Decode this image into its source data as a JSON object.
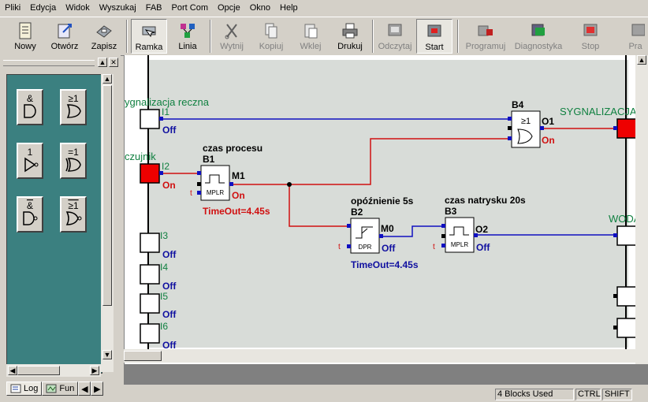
{
  "menu": [
    "Pliki",
    "Edycja",
    "Widok",
    "Wyszukaj",
    "FAB",
    "Port Com",
    "Opcje",
    "Okno",
    "Help"
  ],
  "toolbar": {
    "nowy": "Nowy",
    "otworz": "Otwórz",
    "zapisz": "Zapisz",
    "ramka": "Ramka",
    "linia": "Linia",
    "wytnij": "Wytnij",
    "kopiuj": "Kopiuj",
    "wklej": "Wklej",
    "drukuj": "Drukuj",
    "odczytaj": "Odczytaj",
    "start": "Start",
    "programuj": "Programuj",
    "diagnostyka": "Diagnostyka",
    "stop": "Stop",
    "pra": "Pra"
  },
  "palette": {
    "and": "&",
    "or": "≥1",
    "not": "1",
    "xor": "=1",
    "nand": "&",
    "nor": "≥1"
  },
  "tabs": {
    "log": "Log",
    "fun": "Fun"
  },
  "inputs": [
    {
      "name": "ygnalizacja reczna",
      "id": "I1",
      "state": "Off"
    },
    {
      "name": "czujnik",
      "id": "I2",
      "state": "On"
    },
    {
      "name": "",
      "id": "I3",
      "state": "Off"
    },
    {
      "name": "",
      "id": "I4",
      "state": "Off"
    },
    {
      "name": "",
      "id": "I5",
      "state": "Off"
    },
    {
      "name": "",
      "id": "I6",
      "state": "Off"
    }
  ],
  "outputs": [
    {
      "name": "SYGNALIZACJA",
      "id": "O",
      "state": ""
    },
    {
      "name": "WODA",
      "id": "O",
      "state": "O"
    },
    {
      "name": "",
      "id": "O",
      "state": "O"
    },
    {
      "name": "",
      "id": "O",
      "state": "O"
    }
  ],
  "blocks": {
    "b1": {
      "title": "czas procesu",
      "id": "B1",
      "type": "MPLR",
      "out": "M1",
      "state": "On",
      "timeout": "TimeOut=4.45s",
      "t": "t"
    },
    "b2": {
      "title": "opóźnienie 5s",
      "id": "B2",
      "type": "DPR",
      "out": "M0",
      "state": "Off",
      "timeout": "TimeOut=4.45s",
      "t": "t"
    },
    "b3": {
      "title": "czas natrysku 20s",
      "id": "B3",
      "type": "MPLR",
      "out": "O2",
      "state": "Off",
      "t": "t"
    },
    "b4": {
      "id": "B4",
      "type": "≥1",
      "out": "O1",
      "state": "On"
    }
  },
  "status": {
    "blocks": "4 Blocks Used",
    "ctrl": "CTRL",
    "shift": "SHIFT"
  }
}
